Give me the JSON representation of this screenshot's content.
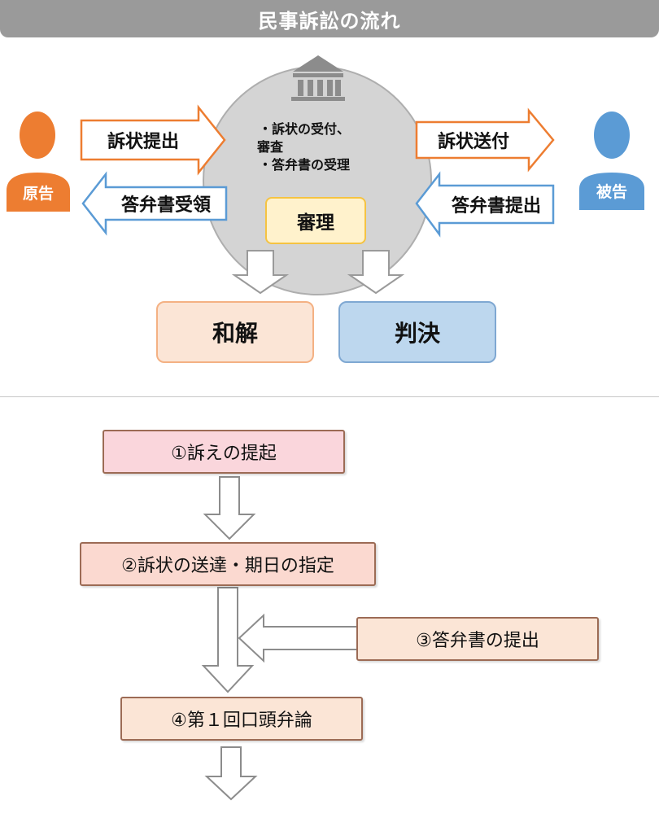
{
  "title": "民事訴訟の流れ",
  "top_diagram": {
    "plaintiff": "原告",
    "defendant": "被告",
    "court_lines": [
      "・訴状の受付、",
      "審査",
      "・答弁書の受理"
    ],
    "review": "審理",
    "arrows": {
      "filing": "訴状提出",
      "receive_answer": "答弁書受領",
      "serve_complaint": "訴状送付",
      "submit_answer": "答弁書提出"
    },
    "outcomes": {
      "settlement": "和解",
      "judgment": "判決"
    }
  },
  "flow_steps": [
    "①訴えの提起",
    "②訴状の送達・期日の指定",
    "③答弁書の提出",
    "④第１回口頭弁論"
  ],
  "colors": {
    "title_bg": "#9a9a9a",
    "plaintiff": "#ed7d31",
    "defendant": "#5b9bd5",
    "court_circle": "#d4d4d4",
    "review_fill": "#fff2cc",
    "review_border": "#f5c342",
    "settlement_fill": "#fbe5d6",
    "judgment_fill": "#bdd7ee",
    "step_pink": "#fad6dc",
    "step_peach": "#fbe5d6"
  }
}
